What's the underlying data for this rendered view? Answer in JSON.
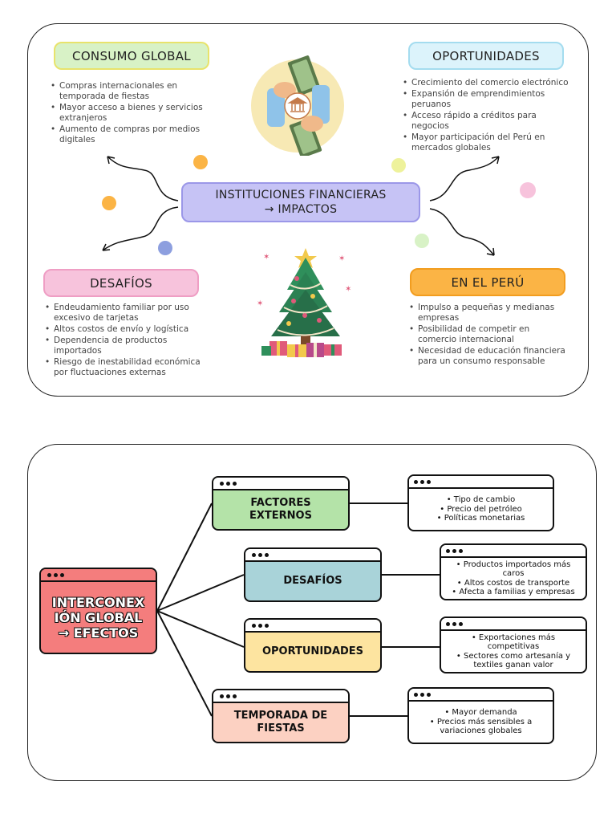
{
  "top": {
    "center": {
      "line1": "INSTITUCIONES FINANCIERAS",
      "line2": "→ IMPACTOS"
    },
    "consumo": {
      "title": "CONSUMO GLOBAL",
      "items": [
        "Compras internacionales en temporada de fiestas",
        "Mayor acceso a bienes y servicios extranjeros",
        "Aumento de compras por medios digitales"
      ]
    },
    "oportunidades": {
      "title": "OPORTUNIDADES",
      "items": [
        "Crecimiento del comercio electrónico",
        "Expansión de emprendimientos peruanos",
        "Acceso rápido a créditos para negocios",
        "Mayor participación del Perú en mercados globales"
      ]
    },
    "desafios": {
      "title": "DESAFÍOS",
      "items": [
        "Endeudamiento familiar por uso excesivo de tarjetas",
        "Altos costos de envío y logística",
        "Dependencia de productos importados",
        "Riesgo de inestabilidad económica por fluctuaciones externas"
      ]
    },
    "peru": {
      "title": "EN EL PERÚ",
      "items": [
        "Impulso a pequeñas y medianas empresas",
        "Posibilidad de competir en comercio internacional",
        "Necesidad de educación financiera para un consumo responsable"
      ]
    }
  },
  "bottom": {
    "root": {
      "line1": "INTERCONEX",
      "line2": "IÓN GLOBAL",
      "line3": "→ EFECTOS"
    },
    "branches": [
      {
        "title_l1": "FACTORES",
        "title_l2": "EXTERNOS",
        "notes": [
          "Tipo de cambio",
          "Precio del petróleo",
          "Políticas monetarias"
        ]
      },
      {
        "title_l1": "DESAFÍOS",
        "title_l2": "",
        "notes": [
          "Productos importados más caros",
          "Altos costos de transporte",
          "Afecta a familias y empresas"
        ]
      },
      {
        "title_l1": "OPORTUNIDADES",
        "title_l2": "",
        "notes": [
          "Exportaciones más competitivas",
          "Sectores como artesanía y textiles ganan valor"
        ]
      },
      {
        "title_l1": "TEMPORADA DE",
        "title_l2": "FIESTAS",
        "notes": [
          "Mayor demanda",
          "Precios más sensibles a variaciones globales"
        ]
      }
    ]
  },
  "colors": {
    "consumo": "#d8f2c6",
    "oportunidades": "#dcf3fb",
    "desafios": "#f7c3dc",
    "peru": "#fbb445",
    "center": "#c6c3f5",
    "root": "#f47d7d",
    "factores": "#b4e3a8",
    "desafios2": "#a9d3d9",
    "oportunidades2": "#fde4a0",
    "fiestas": "#fcd1c2"
  }
}
